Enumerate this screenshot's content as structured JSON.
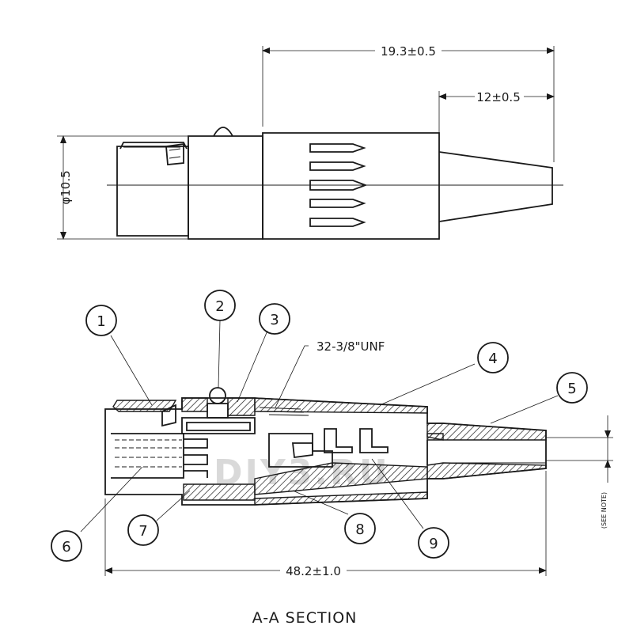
{
  "dimensions": {
    "overall_top": "19.3±0.5",
    "tail_length": "12±0.5",
    "diameter": "φ10.5",
    "overall_length": "48.2±1.0",
    "see_note": "(SEE NOTE)"
  },
  "thread_callout": "32-3/8\"UNF",
  "part_callouts": [
    "1",
    "2",
    "3",
    "4",
    "5",
    "6",
    "7",
    "8",
    "9"
  ],
  "section_title": "A-A SECTION",
  "watermark": "DIY3.RU"
}
